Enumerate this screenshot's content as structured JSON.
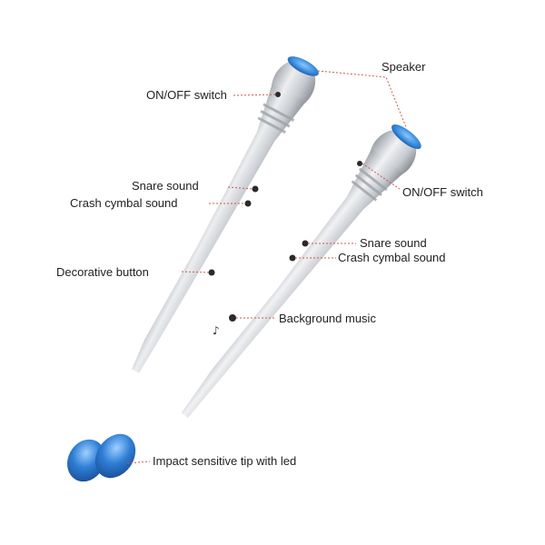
{
  "labels": {
    "speaker": "Speaker",
    "on_off_left": "ON/OFF switch",
    "on_off_right": "ON/OFF switch",
    "snare_left": "Snare sound",
    "crash_left": "Crash cymbal sound",
    "snare_right": "Snare sound",
    "crash_right": "Crash cymbal sound",
    "decorative": "Decorative button",
    "background_music": "Background music",
    "impact_tip": "Impact sensitive tip with led"
  },
  "colors": {
    "leader_line": "#d9534f",
    "stick_body": "#c9cdd2",
    "tip_blue": "#2f7fd6",
    "speaker_cap": "#3b8fe0",
    "button_dark": "#2a2a2a"
  },
  "icons": {
    "music_note": "music-note-icon"
  }
}
